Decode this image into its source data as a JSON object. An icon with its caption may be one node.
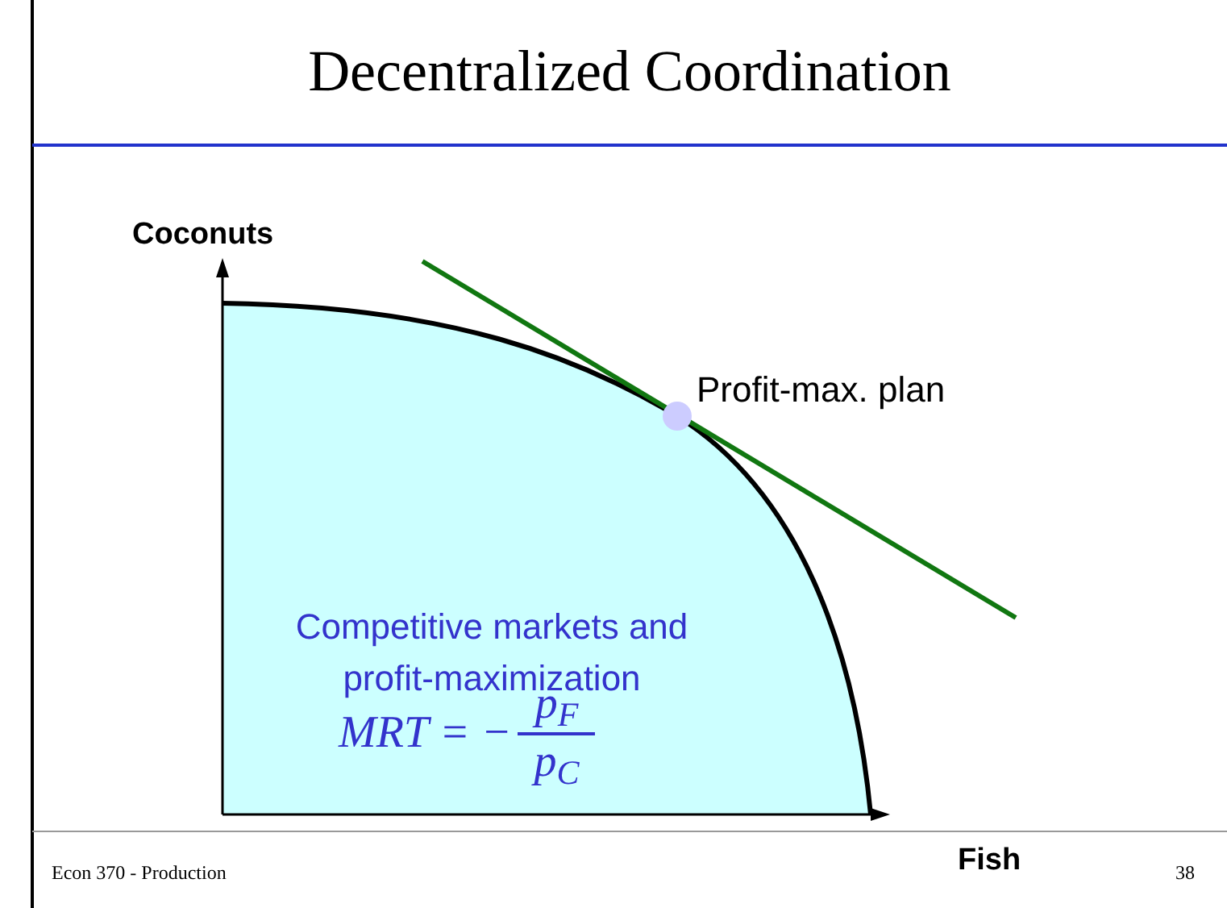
{
  "diagram": {
    "title": "Decentralized Coordination",
    "labels": [
      "Coconuts",
      "Fish",
      "Profit-max. plan",
      "Competitive markets and profit-maximization",
      "MRT = −",
      "p$_{F}$",
      "p$_{C}$",
      "Econ 370 - Production",
      "38"
    ]
  }
}
